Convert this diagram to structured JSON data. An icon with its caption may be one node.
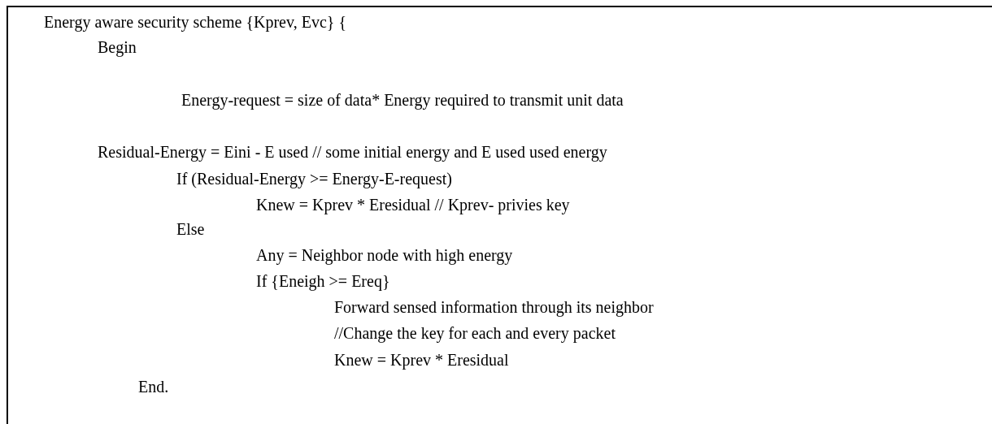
{
  "diagram": {
    "labels": [
      "Energy aware security scheme {Kprev, Evc} {",
      "Begin",
      "Energy-request = size of data* Energy required to transmit unit data",
      "Residual-Energy = Eini - E used // some initial energy and E used used energy",
      "If (Residual-Energy >= Energy-E-request)",
      "Knew = Kprev * Eresidual // Kprev- privies key",
      "Else",
      "Any = Neighbor node with high energy",
      "If {Eneigh >= Ereq}",
      "Forward sensed information through its neighbor",
      "//Change the key for each and every packet",
      "Knew = Kprev * Eresidual",
      "End."
    ]
  }
}
